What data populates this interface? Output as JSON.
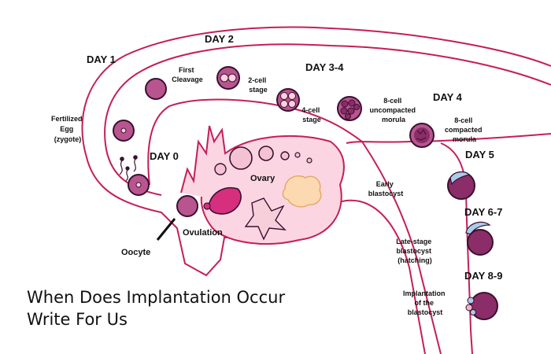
{
  "days": {
    "day0": "DAY 0",
    "day1": "DAY 1",
    "day2": "DAY 2",
    "day34": "DAY 3-4",
    "day4": "DAY 4",
    "day5": "DAY 5",
    "day67": "DAY 6-7",
    "day89": "DAY 8-9"
  },
  "labels": {
    "fertilized": [
      "Fertilized",
      "Egg",
      "(zygote)"
    ],
    "first_cleavage": [
      "First",
      "Cleavage"
    ],
    "two_cell": [
      "2-cell",
      "stage"
    ],
    "four_cell": [
      "4-cell",
      "stage"
    ],
    "uncompacted": [
      "8-cell",
      "uncompacted",
      "morula"
    ],
    "compacted": [
      "8-cell",
      "compacted",
      "morula"
    ],
    "early_blast": [
      "Early",
      "blastocyst"
    ],
    "late_blast": [
      "Late-stage",
      "blastocyst",
      "(hatching)"
    ],
    "implantation": [
      "Implantation",
      "of the",
      "blastocyst"
    ],
    "ovary": "Ovary",
    "ovulation": "Ovulation",
    "oocyte": "Oocyte"
  },
  "caption": {
    "line1": "When Does Implantation Occur",
    "line2": "Write For Us"
  },
  "colors": {
    "tube_fill": "#f7d8e3",
    "tube_stroke": "#c41e5a",
    "cell_fill": "#b8558f",
    "cell_stroke": "#3a1030",
    "blue_shell": "#a9cdea",
    "corpus": "#fcd9b0",
    "follicle": "#fbd1dc"
  }
}
